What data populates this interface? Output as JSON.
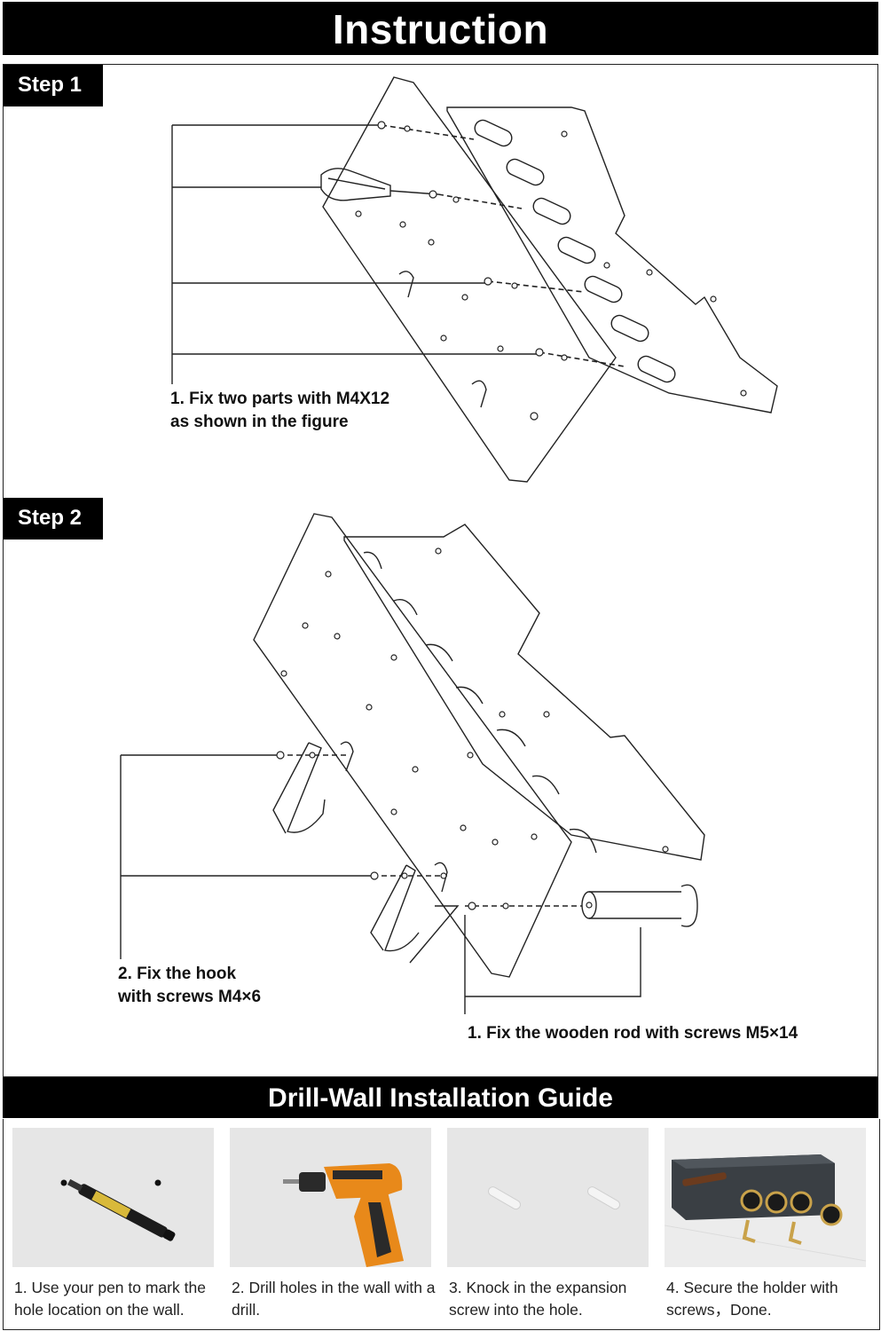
{
  "header": {
    "title": "Instruction"
  },
  "step1": {
    "tab": "Step 1",
    "note": "1. Fix two parts with M4X12\nas shown in the figure"
  },
  "step2": {
    "tab": "Step 2",
    "note_hook": "2. Fix the hook\nwith screws M4×6",
    "note_rod": "1. Fix the wooden rod with screws M5×14"
  },
  "guide": {
    "title": "Drill-Wall Installation Guide",
    "steps": [
      {
        "caption": "1. Use your pen to mark the hole location on the wall.",
        "icon": "marker-pen-icon"
      },
      {
        "caption": "2. Drill holes in the wall with a drill.",
        "icon": "power-drill-icon"
      },
      {
        "caption": "3. Knock in the expansion screw into the hole.",
        "icon": "wall-anchor-icon"
      },
      {
        "caption": "4. Secure the holder with screws，Done.",
        "icon": "drill-holder-icon"
      }
    ]
  },
  "colors": {
    "banner": "#000000",
    "drill_orange": "#e8891a",
    "holder_gray": "#3a3f44",
    "gold": "#c9a24a"
  }
}
